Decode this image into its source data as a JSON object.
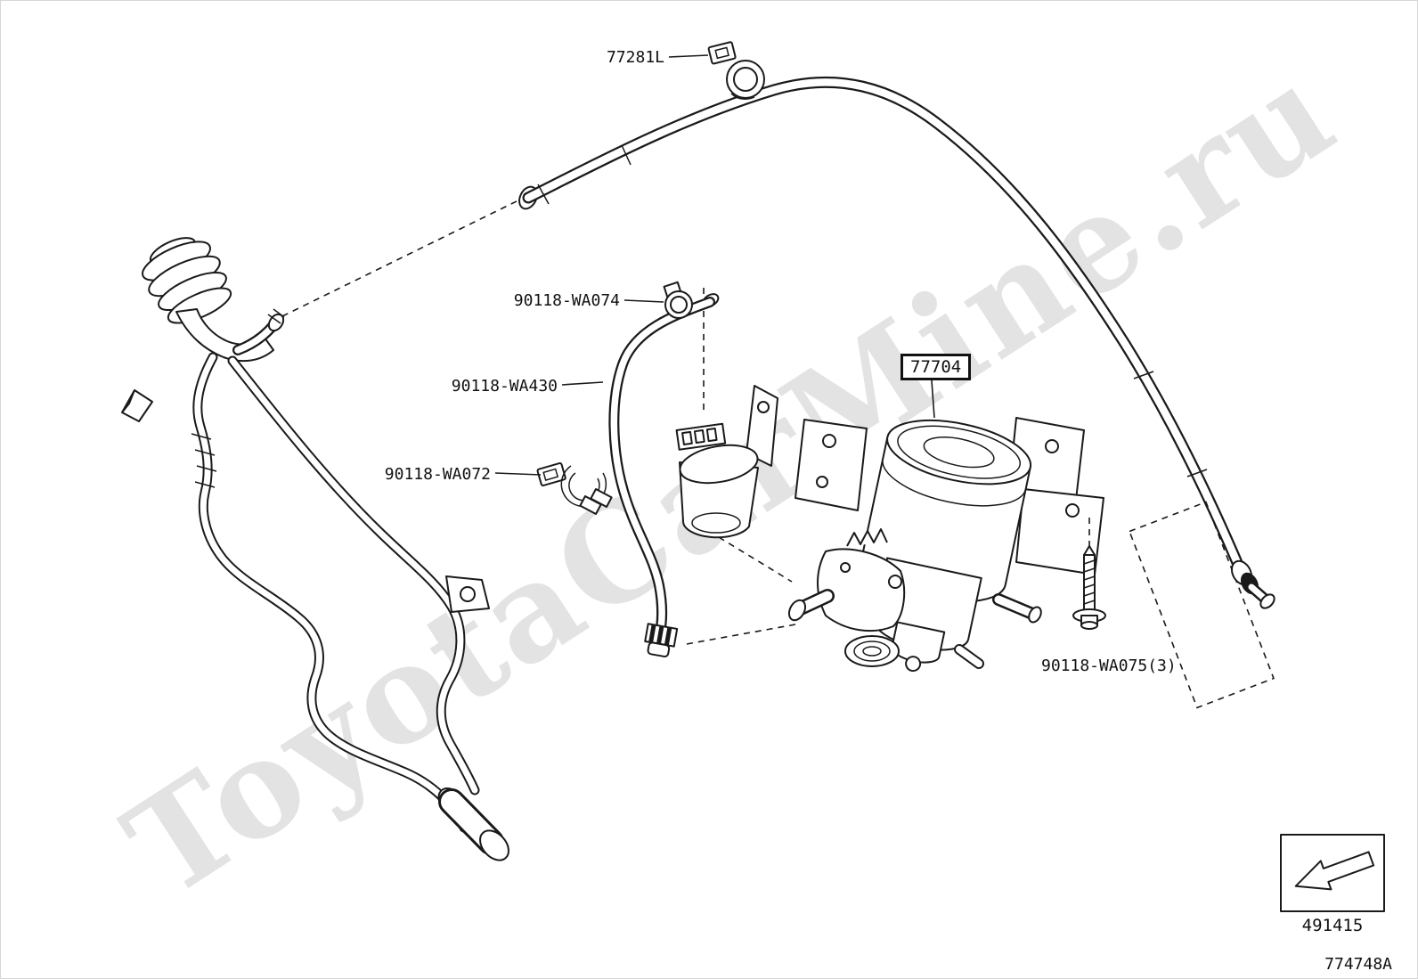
{
  "diagram": {
    "watermark": "ToyotaCarMine.ru",
    "labels": {
      "hose_clamp_top": "77281L",
      "clip_small": "90118-WA074",
      "vapor_hose": "90118-WA430",
      "clamp_mid": "90118-WA072",
      "canister": "77704",
      "bolt": "90118-WA075(3)"
    },
    "footer": {
      "figure_code": "491415",
      "drawing_code": "774748A"
    },
    "icons": {
      "direction_arrow": "block-arrow-down-left"
    },
    "colors": {
      "line": "#1a1a1a",
      "background": "#ffffff",
      "watermark_gray": "#808080"
    }
  }
}
